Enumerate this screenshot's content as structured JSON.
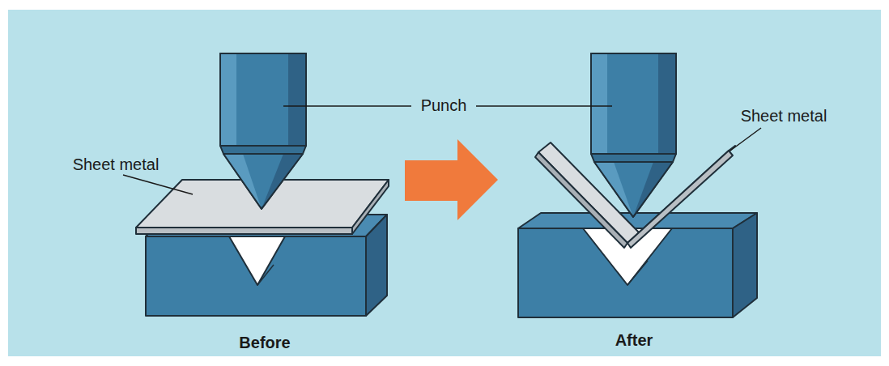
{
  "diagram": {
    "labels": [
      "Sheet metal",
      "Punch",
      "Sheet metal",
      "Before",
      "After"
    ]
  }
}
